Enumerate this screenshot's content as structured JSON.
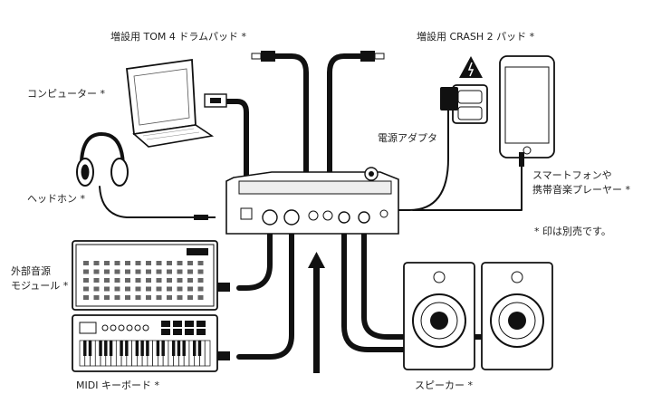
{
  "labels": {
    "tom_pad": "増設用 TOM 4 ドラムパッド *",
    "crash_pad": "増設用 CRASH 2 パッド *",
    "computer": "コンピューター *",
    "headphones": "ヘッドホン *",
    "power_adapter": "電源アダプタ",
    "smartphone_line1": "スマートフォンや",
    "smartphone_line2": "携帯音楽プレーヤー *",
    "footnote": "* 印は別売です。",
    "external_module_line1": "外部音源",
    "external_module_line2": "モジュール *",
    "midi_keyboard": "MIDI キーボード *",
    "speakers": "スピーカー *"
  },
  "icons": {
    "laptop": "laptop-icon",
    "headphones": "headphones-icon",
    "power": "power-outlet-icon",
    "phone": "smartphone-icon",
    "module": "sound-module-icon",
    "keyboard": "midi-keyboard-icon",
    "speakers": "studio-monitor-icon",
    "device": "drum-module-icon"
  }
}
